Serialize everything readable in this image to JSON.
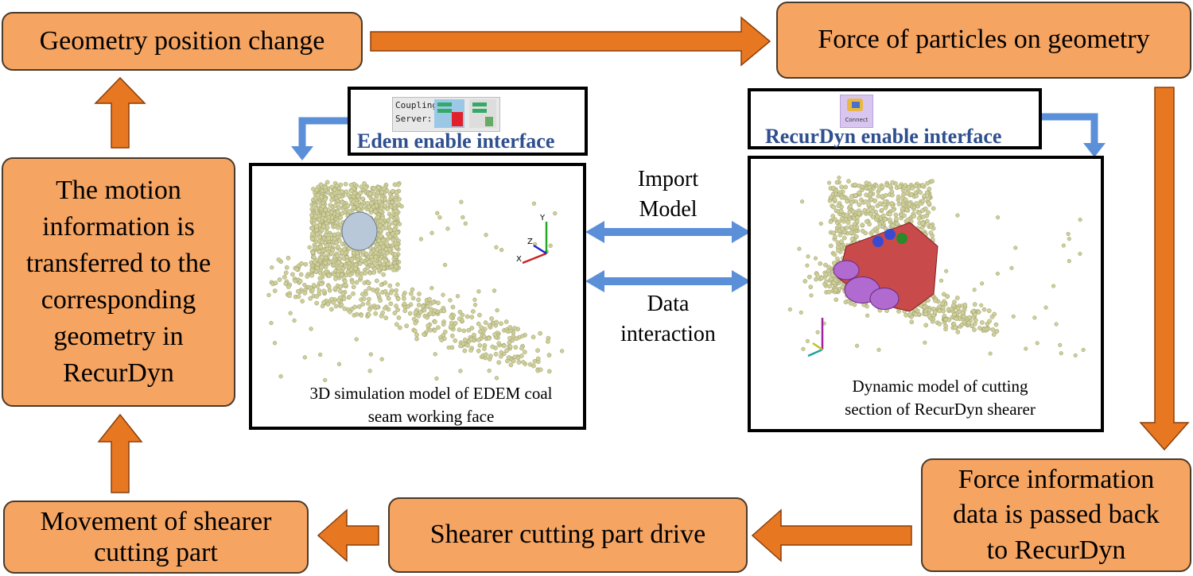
{
  "boxes": {
    "geometry_position_change": "Geometry position change",
    "force_of_particles": "Force of particles on geometry",
    "motion_info_line1": "The motion",
    "motion_info_line2": "information is",
    "motion_info_line3": "transferred to the",
    "motion_info_line4": "corresponding",
    "motion_info_line5": "geometry in",
    "motion_info_line6": "RecurDyn",
    "movement_line1": "Movement of shearer",
    "movement_line2": "cutting part",
    "shearer_drive": "Shearer cutting part drive",
    "force_info_line1": "Force information",
    "force_info_line2": "data is passed back",
    "force_info_line3": "to RecurDyn"
  },
  "interfaces": {
    "edem_label": "Edem enable interface",
    "edem_icon_text_1": "Coupling",
    "edem_icon_text_2": "Server:",
    "recurdyn_label": "RecurDyn enable interface",
    "recurdyn_icon_text": "Connect"
  },
  "middle": {
    "import_line1": "Import",
    "import_line2": "Model",
    "data_line1": "Data",
    "data_line2": "interaction"
  },
  "panels": {
    "edem_caption_line1": "3D simulation model of EDEM coal",
    "edem_caption_line2": "seam working face",
    "recurdyn_caption_line1": "Dynamic model of cutting",
    "recurdyn_caption_line2": "section of RecurDyn shearer",
    "axis_x": "X",
    "axis_y": "Y",
    "axis_z": "Z"
  },
  "colors": {
    "orange_box": "#f5a462",
    "orange_arrow": "#e87722",
    "blue_arrow": "#5b8fd8",
    "label_blue": "#2f4f8f",
    "particle": "#cfcf9a",
    "shearer_red": "#c94a4a",
    "shearer_purple": "#b06ad0"
  }
}
